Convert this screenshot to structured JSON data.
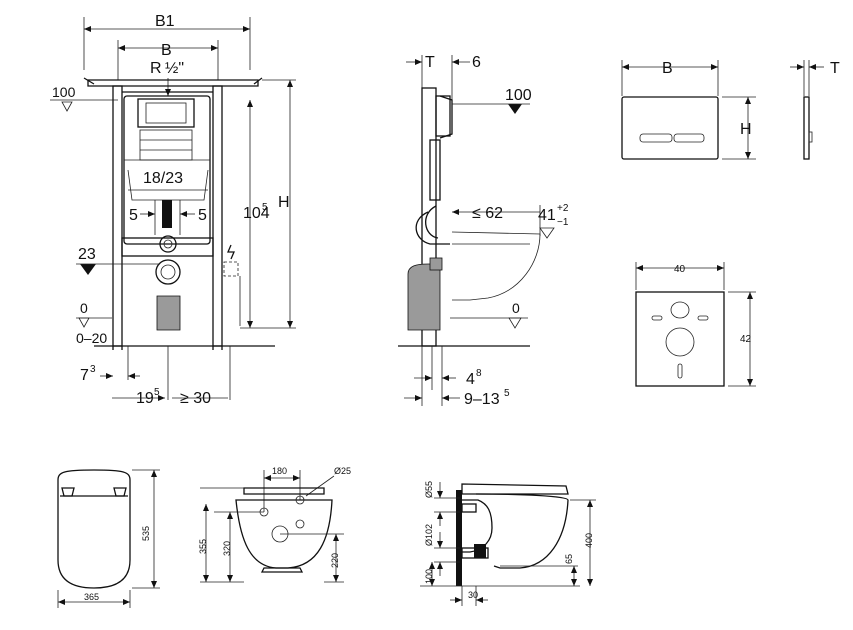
{
  "front": {
    "b1": "B1",
    "b": "B",
    "thread_r": "R",
    "thread_size": "½\"",
    "top_100": "100",
    "pipe_18_23": "18/23",
    "left_5": "5",
    "right_5": "5",
    "h": "H",
    "h104": "104",
    "h104_sup": "5",
    "level_23": "23",
    "level_0": "0",
    "range_0_20": "0–20",
    "foot_7": "7",
    "foot_7_sup": "3",
    "foot_19": "19",
    "foot_19_sup": "5",
    "foot_ge30": "≥ 30"
  },
  "side": {
    "t": "T",
    "six": "6",
    "top_100": "100",
    "le62": "≤ 62",
    "h41": "41",
    "h41_plus": "+2",
    "h41_minus": "−1",
    "level_0": "0",
    "d48": "4",
    "d48_sup": "8",
    "d9_13": "9–13",
    "d9_13_sup": "5"
  },
  "plate": {
    "b": "B",
    "h": "H",
    "t": "T"
  },
  "mat": {
    "w40": "40",
    "h42": "42"
  },
  "bowl_top": {
    "h535": "535",
    "w365": "365"
  },
  "bowl_front": {
    "w180": "180",
    "d25": "Ø25",
    "h355": "355",
    "h320": "320",
    "h220": "220"
  },
  "bowl_side": {
    "d55": "Ø55",
    "d102": "Ø102",
    "h100": "100",
    "h65": "65",
    "h400": "400",
    "w30": "30"
  }
}
